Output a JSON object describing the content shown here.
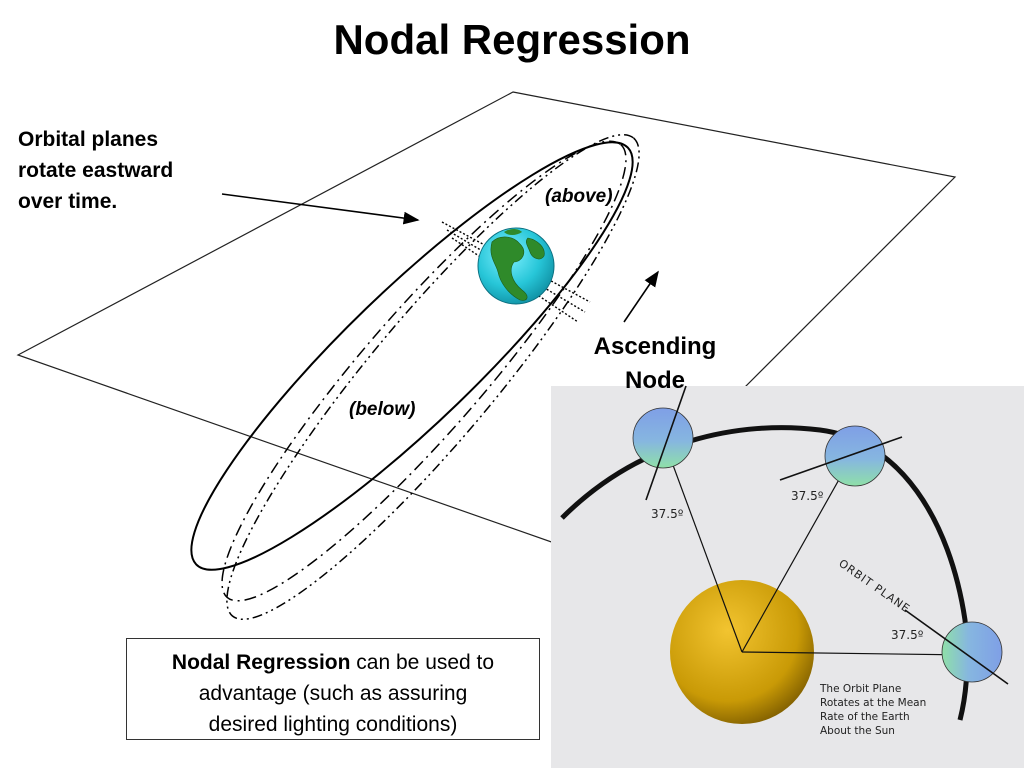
{
  "title": "Nodal Regression",
  "note_lines": [
    "Orbital planes",
    "rotate eastward",
    "over time."
  ],
  "labels": {
    "above": "(above)",
    "below": "(below)",
    "ascending_node_lines": [
      "Ascending",
      "Node"
    ]
  },
  "callout": {
    "bold": "Nodal Regression",
    "rest_line1": " can be used to",
    "line2": "advantage (such as assuring",
    "line3": "desired lighting conditions)"
  },
  "inset": {
    "angle_labels": [
      "37.5º",
      "37.5º",
      "37.5º"
    ],
    "orbit_plane_label": "ORBIT PLANE",
    "caption_lines": [
      "The Orbit Plane",
      "Rotates at the Mean",
      "Rate of the Earth",
      "About the Sun"
    ]
  },
  "colors": {
    "earth_ocean": "#27c6d8",
    "earth_land": "#2f8a2a",
    "sun": "#c99a06",
    "planet_blue": "#7f9fe6",
    "planet_green": "#8fe0a8",
    "inset_bg": "#e7e7e9"
  }
}
